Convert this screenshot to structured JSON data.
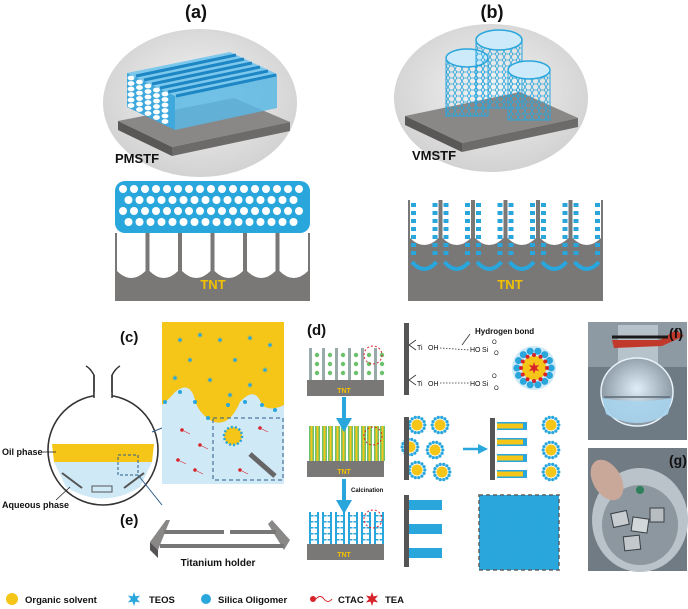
{
  "panels": {
    "a": "(a)",
    "b": "(b)",
    "c": "(c)",
    "d": "(d)",
    "e": "(e)",
    "f": "(f)",
    "g": "(g)"
  },
  "labels": {
    "pmstf": "PMSTF",
    "vmstf": "VMSTF",
    "tnt": "TNT",
    "tnt_small": "TNT",
    "oil_phase": "Oil phase",
    "aqueous_phase": "Aqueous phase",
    "titanium_holder": "Titanium holder",
    "hydrogen_bond": "Hydrogen bond",
    "calcination": "Calcination",
    "ti": "Ti",
    "oh": "OH",
    "ho": "HO",
    "si": "Si",
    "o": "O"
  },
  "legend": [
    {
      "symbol": "organic-solvent-dot",
      "label": "Organic  solvent",
      "color": "#f5c518"
    },
    {
      "symbol": "teos-star",
      "label": "TEOS",
      "color": "#29a6dc"
    },
    {
      "symbol": "silica-oligomer-dot",
      "label": "Silica Oligomer",
      "color": "#29a6dc"
    },
    {
      "symbol": "ctac-tail",
      "label": "CTAC",
      "color": "#d8232a"
    },
    {
      "symbol": "tea-star",
      "label": "TEA",
      "color": "#d8232a"
    }
  ],
  "colors": {
    "yellow": "#f5c518",
    "blue": "#29a6dc",
    "light_blue": "#cfe9f7",
    "gray": "#7a7777",
    "red": "#d8232a"
  }
}
